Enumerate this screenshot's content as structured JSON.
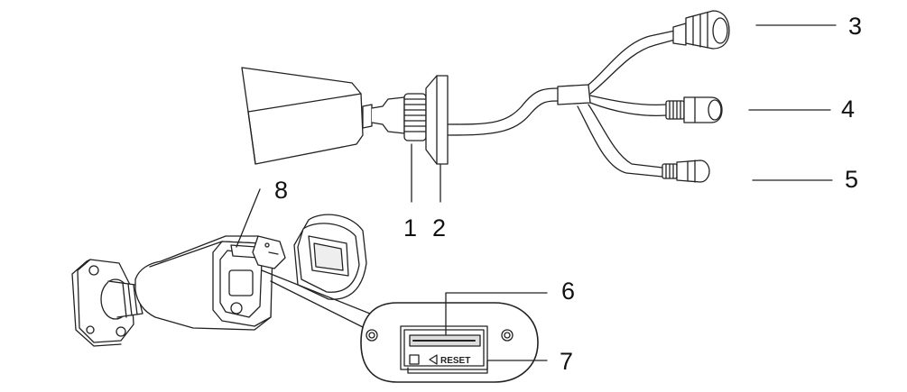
{
  "callouts": {
    "c1": "1",
    "c2": "2",
    "c3": "3",
    "c4": "4",
    "c5": "5",
    "c6": "6",
    "c7": "7",
    "c8": "8"
  },
  "slot_label": "RESET",
  "colors": {
    "stroke": "#222222",
    "shade": "#dddddd",
    "background": "#ffffff"
  }
}
